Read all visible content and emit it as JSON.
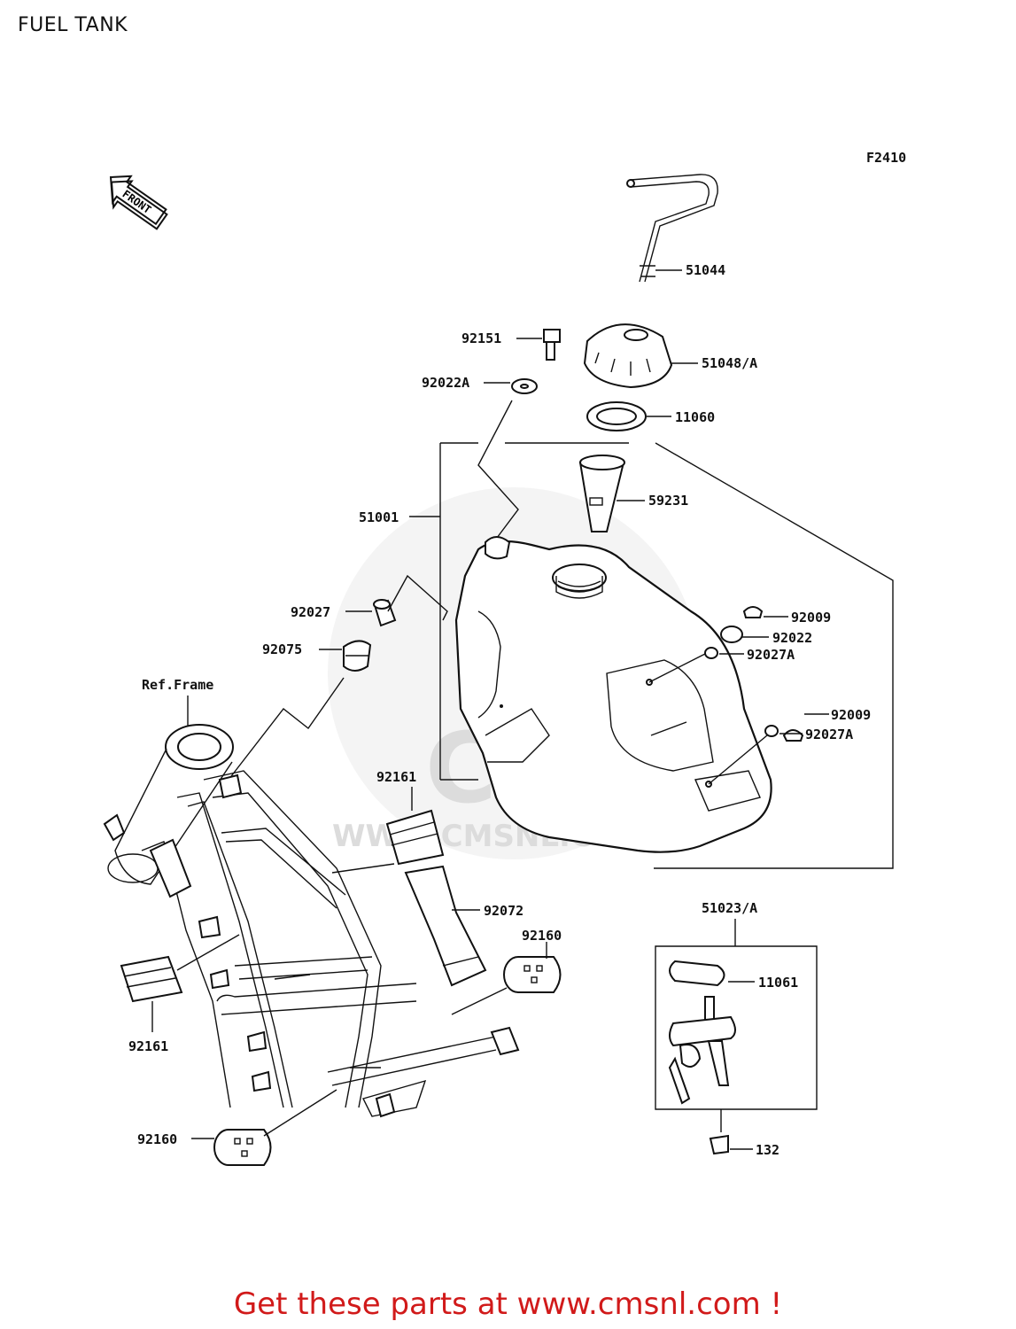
{
  "page": {
    "title": "FUEL TANK"
  },
  "diagram": {
    "figure_code": "F2410",
    "front_badge": "FRONT",
    "ref_frame": "Ref.Frame",
    "watermark": {
      "main": "CMS",
      "sub": "WWW.CMSNL.COM"
    },
    "part_numbers": {
      "p51044": "51044",
      "p92151": "92151",
      "p51048A": "51048/A",
      "p92022A": "92022A",
      "p11060": "11060",
      "p59231": "59231",
      "p51001": "51001",
      "p92027": "92027",
      "p92075": "92075",
      "p92009a": "92009",
      "p92022": "92022",
      "p92027Aa": "92027A",
      "p92009b": "92009",
      "p92027Ab": "92027A",
      "p92161a": "92161",
      "p92072": "92072",
      "p92160a": "92160",
      "p92161b": "92161",
      "p92160b": "92160",
      "p51023A": "51023/A",
      "p11061": "11061",
      "p132": "132"
    }
  },
  "footer": {
    "text": "Get these parts at www.cmsnl.com !"
  }
}
